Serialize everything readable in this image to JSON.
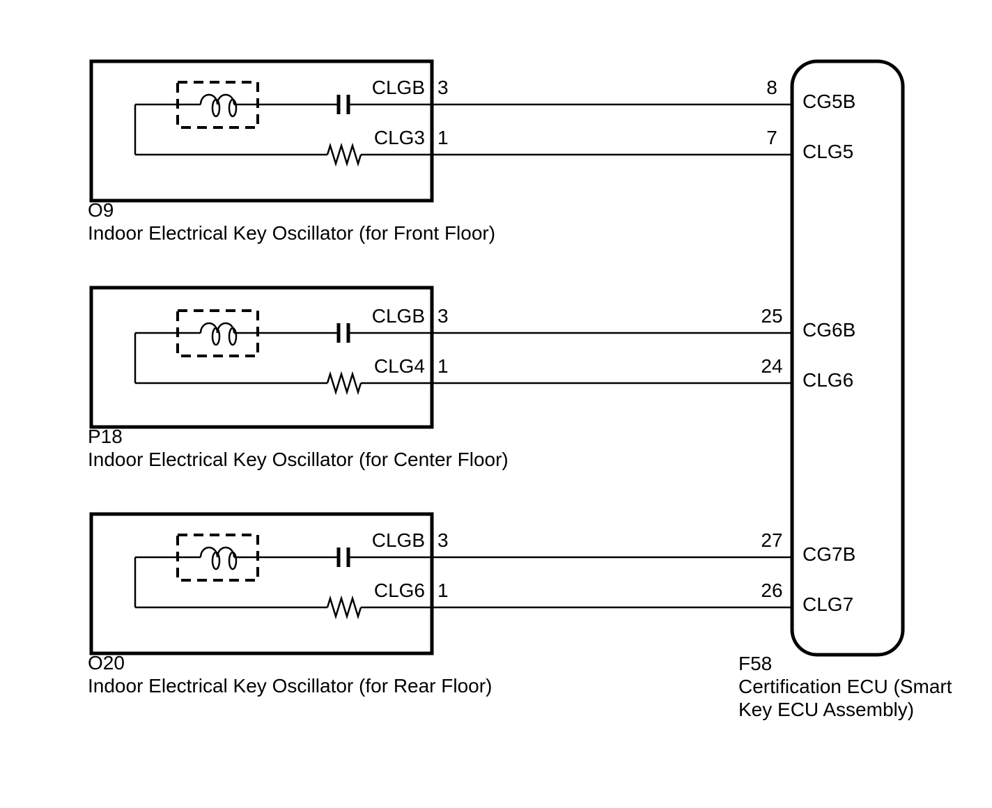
{
  "diagram": {
    "colors": {
      "line": "#000000",
      "background": "#ffffff"
    },
    "oscillators": [
      {
        "id": "O9",
        "name": "Indoor Electrical Key Oscillator (for Front Floor)",
        "wires": [
          {
            "signal": "CLGB",
            "pin": "3",
            "ecu_pin": "8",
            "ecu_terminal": "CG5B"
          },
          {
            "signal": "CLG3",
            "pin": "1",
            "ecu_pin": "7",
            "ecu_terminal": "CLG5"
          }
        ]
      },
      {
        "id": "P18",
        "name": "Indoor Electrical Key Oscillator (for Center Floor)",
        "wires": [
          {
            "signal": "CLGB",
            "pin": "3",
            "ecu_pin": "25",
            "ecu_terminal": "CG6B"
          },
          {
            "signal": "CLG4",
            "pin": "1",
            "ecu_pin": "24",
            "ecu_terminal": "CLG6"
          }
        ]
      },
      {
        "id": "O20",
        "name": "Indoor Electrical Key Oscillator (for Rear Floor)",
        "wires": [
          {
            "signal": "CLGB",
            "pin": "3",
            "ecu_pin": "27",
            "ecu_terminal": "CG7B"
          },
          {
            "signal": "CLG6",
            "pin": "1",
            "ecu_pin": "26",
            "ecu_terminal": "CLG7"
          }
        ]
      }
    ],
    "ecu": {
      "id": "F58",
      "name_lines": [
        "Certification ECU (Smart",
        "Key ECU Assembly)"
      ]
    }
  }
}
